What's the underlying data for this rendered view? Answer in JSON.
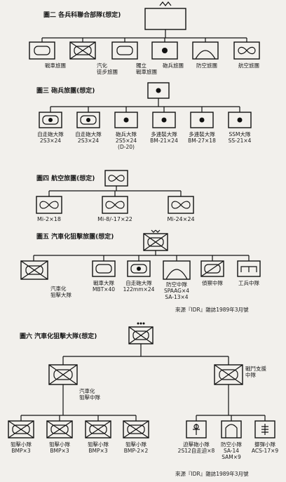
{
  "fig2": {
    "title": "圖二 各兵科聯合部隊(想定)",
    "units": [
      "戰車旅團",
      "汽化\n徒步旅團",
      "獨立\n戰車旅團",
      "砲兵旅團",
      "防空旅團",
      "航空旅團"
    ]
  },
  "fig3": {
    "title": "圖三 砲兵旅團(想定)",
    "units": [
      "自走砲大隊\n2S3×24",
      "自走砲大隊\n2S3×24",
      "砲兵大隊\n2S5×24\n(D-20)",
      "多連裝大隊\nBM-21×24",
      "多連裝大隊\nBM-27×18",
      "SSM大隊\nSS-21×4"
    ]
  },
  "fig4": {
    "title": "圖四 航空旅團(想定)",
    "units": [
      "Mi-2×18",
      "Mi-8/-17×22",
      "Mi-24×24"
    ]
  },
  "fig5": {
    "title": "圖五 汽車化狙擊旅團(想定)",
    "units": [
      "汽車化\n狙擊大隊",
      "戰車大隊\nMBT×40",
      "自走砲大隊\n122mm×24",
      "防空中隊\nSPAAG×4\nSA-13×4",
      "偵察中隊",
      "工兵中隊"
    ],
    "source": "來源『IDR』雜誌1989年3月號"
  },
  "fig6": {
    "title": "圖六 汽車化狙擊大隊(想定)",
    "mid": [
      "汽車化\n狙擊中隊",
      "戰鬥支援\n中隊"
    ],
    "squads": [
      "狙擊小隊\nBMP×3",
      "狙擊小隊\nBMP×3",
      "狙擊小隊\nBMP×3",
      "狙擊小隊\nBMP-2×2"
    ],
    "support": [
      "迫擊砲小隊\n2S12自走迫×8",
      "防空小隊\nSA-14\nSAM×9",
      "擲彈小隊\nACS-17×9"
    ],
    "source": "來源『IDR』雜誌1989年3月號"
  }
}
